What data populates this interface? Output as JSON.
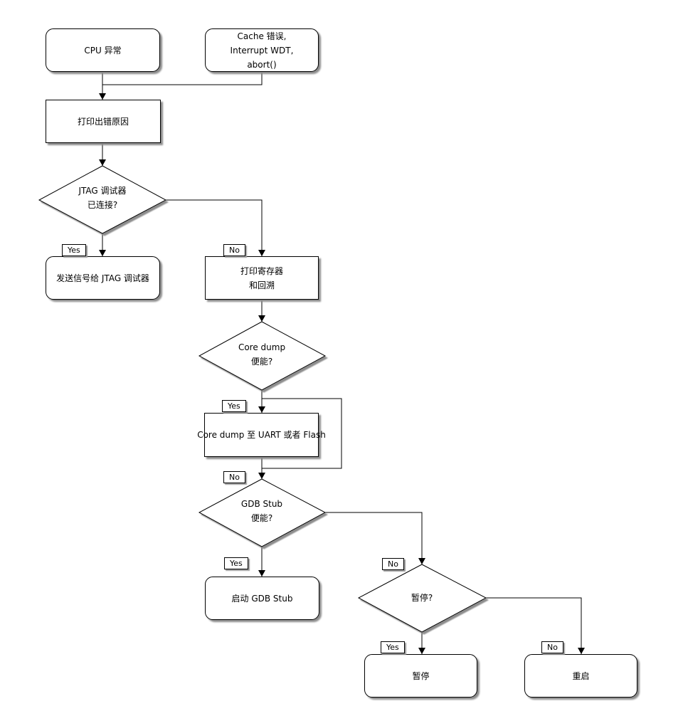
{
  "diagram": {
    "nodes": {
      "cpu_exception": {
        "type": "terminal",
        "lines": [
          "CPU 异常"
        ]
      },
      "cache_error": {
        "type": "terminal",
        "lines": [
          "Cache 错误,",
          "Interrupt WDT,",
          "abort()"
        ]
      },
      "print_error_reason": {
        "type": "process",
        "lines": [
          "打印出错原因"
        ]
      },
      "jtag_connected": {
        "type": "decision",
        "lines": [
          "JTAG 调试器",
          "已连接?"
        ]
      },
      "send_signal_jtag": {
        "type": "terminal",
        "lines": [
          "发送信号给 JTAG 调试器"
        ]
      },
      "print_registers": {
        "type": "process",
        "lines": [
          "打印寄存器",
          "和回溯"
        ]
      },
      "core_dump_enabled": {
        "type": "decision",
        "lines": [
          "Core dump",
          "便能?"
        ]
      },
      "core_dump_uart_flash": {
        "type": "process",
        "lines": [
          "Core dump 至 UART 或者 Flash"
        ]
      },
      "gdb_stub_enabled": {
        "type": "decision",
        "lines": [
          "GDB Stub",
          "便能?"
        ]
      },
      "start_gdb_stub": {
        "type": "terminal",
        "lines": [
          "启动 GDB Stub"
        ]
      },
      "halt_question": {
        "type": "decision",
        "lines": [
          "暂停?"
        ]
      },
      "halt": {
        "type": "terminal",
        "lines": [
          "暂停"
        ]
      },
      "reboot": {
        "type": "terminal",
        "lines": [
          "重启"
        ]
      }
    },
    "edge_labels": {
      "jtag_yes": "Yes",
      "jtag_no": "No",
      "coredump_yes": "Yes",
      "coredump_no": "No",
      "gdb_yes": "Yes",
      "gdb_no": "No",
      "halt_yes": "Yes",
      "halt_no": "No"
    },
    "colors": {
      "line": "#000000",
      "node_fill": "#ffffff",
      "node_border": "#000000",
      "shadow": "#8d8d8d",
      "text": "#000000",
      "background": "#ffffff"
    }
  }
}
